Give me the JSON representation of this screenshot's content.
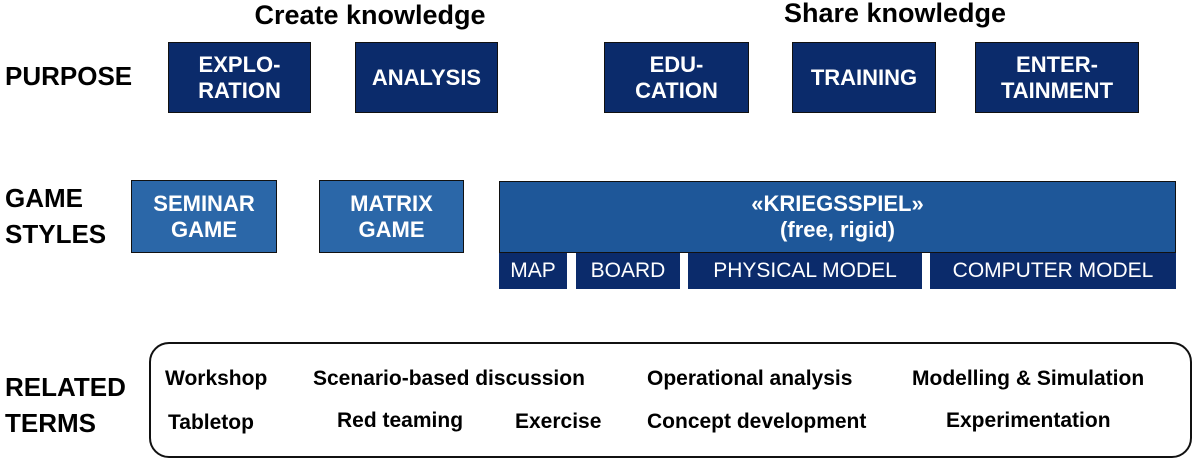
{
  "headers": {
    "create": "Create knowledge",
    "share": "Share knowledge"
  },
  "rows": {
    "purpose": "PURPOSE",
    "game_styles": [
      "GAME",
      "STYLES"
    ],
    "related_terms": [
      "RELATED",
      "TERMS"
    ]
  },
  "purpose": {
    "exploration": [
      "EXPLO-",
      "RATION"
    ],
    "analysis": "ANALYSIS",
    "education": [
      "EDU-",
      "CATION"
    ],
    "training": "TRAINING",
    "entertainment": [
      "ENTER-",
      "TAINMENT"
    ]
  },
  "game_styles": {
    "seminar": [
      "SEMINAR",
      "GAME"
    ],
    "matrix": [
      "MATRIX",
      "GAME"
    ],
    "kriegsspiel": [
      "«KRIEGSSPIEL»",
      "(free, rigid)"
    ],
    "variants": [
      "MAP",
      "BOARD",
      "PHYSICAL MODEL",
      "COMPUTER MODEL"
    ]
  },
  "related_terms": {
    "row1": [
      "Workshop",
      "Scenario-based discussion",
      "Operational analysis",
      "Modelling & Simulation"
    ],
    "row2": [
      "Tabletop",
      "Red teaming",
      "Exercise",
      "Concept development",
      "Experimentation"
    ]
  },
  "colors": {
    "purpose_box": "#0b2b6b",
    "style_box": "#2b67a8",
    "kriegsspiel_box": "#1e5799",
    "variant_box": "#0b2b6b"
  }
}
